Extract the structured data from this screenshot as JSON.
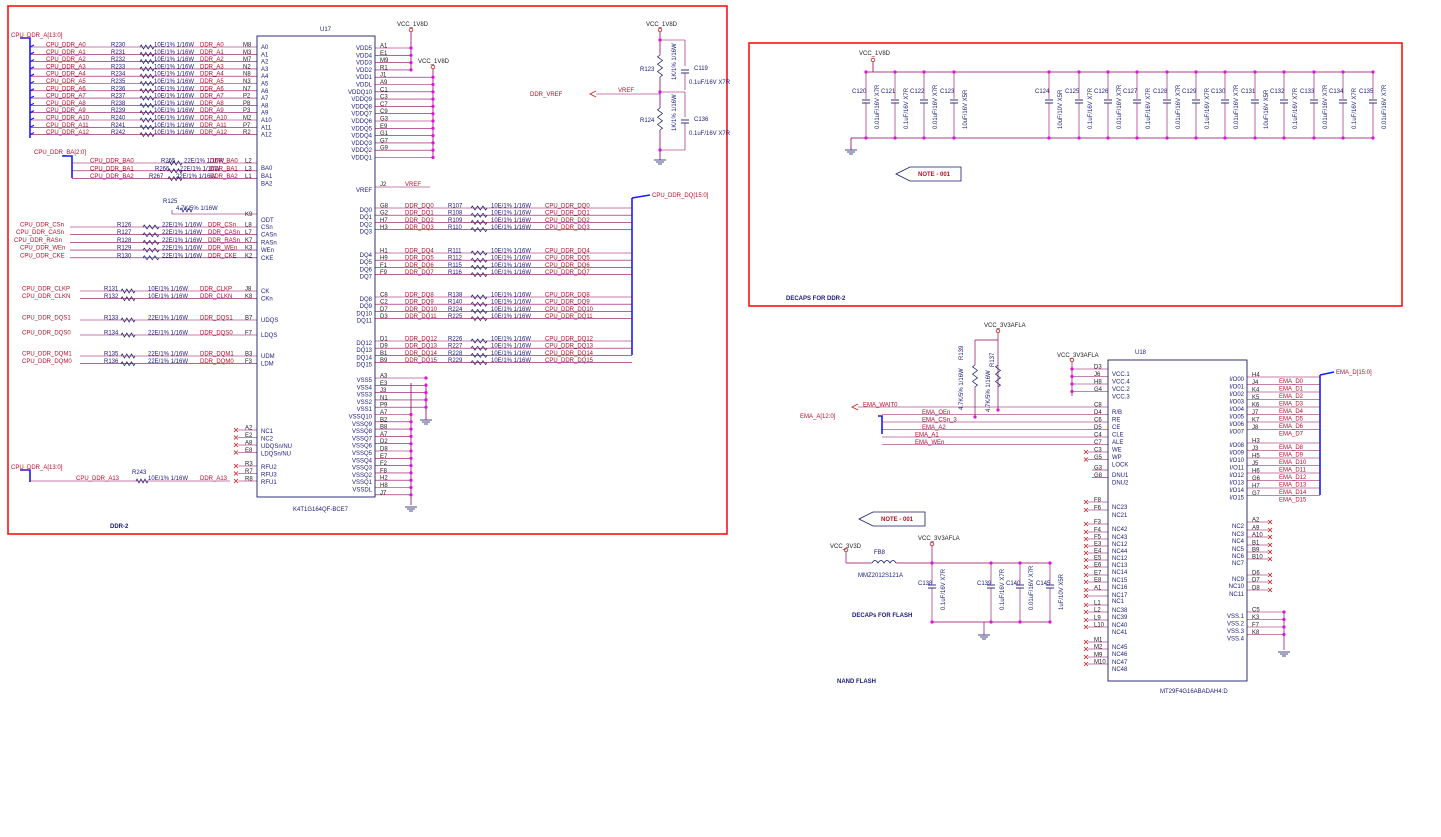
{
  "colors": {
    "frame": "#ff1111",
    "net_label": "#d01818",
    "wire": "#900060",
    "bus": "#1a1aff",
    "junction": "#e010e0",
    "component": "#1a1a6a",
    "title_text": "#1111cc"
  },
  "ddr": {
    "frame_title": "DDR-2",
    "chip_ref": "U17",
    "part_number": "K4T1G164QF-BCE7",
    "power_main": "VCC_1V8D",
    "power_q": "VCC_1V8D",
    "bus_addr_top": "CPU_DDR_A[13:0]",
    "bus_addr_bottom": "CPU_DDR_A[13:0]",
    "bus_ba": "CPU_DDR_BA[2:0]",
    "bus_dq": "CPU_DDR_DQ[15:0]",
    "r_val_addr": "10E/1% 1/16W",
    "r_val_ctrl": "22E/1% 1/16W",
    "r_val_vref": "4.7K/5% 1/16W",
    "vref_net": "VREF",
    "ddr_vref_net": "DDR_VREF",
    "r125": "R125",
    "addr_rows": [
      {
        "cpu": "CPU_DDR_A0",
        "r": "R230",
        "ddr": "DDR_A0",
        "ball": "M8",
        "pin": "A0"
      },
      {
        "cpu": "CPU_DDR_A1",
        "r": "R231",
        "ddr": "DDR_A1",
        "ball": "M3",
        "pin": "A1"
      },
      {
        "cpu": "CPU_DDR_A2",
        "r": "R232",
        "ddr": "DDR_A2",
        "ball": "M7",
        "pin": "A2"
      },
      {
        "cpu": "CPU_DDR_A3",
        "r": "R233",
        "ddr": "DDR_A3",
        "ball": "N2",
        "pin": "A3"
      },
      {
        "cpu": "CPU_DDR_A4",
        "r": "R234",
        "ddr": "DDR_A4",
        "ball": "N8",
        "pin": "A4"
      },
      {
        "cpu": "CPU_DDR_A5",
        "r": "R235",
        "ddr": "DDR_A5",
        "ball": "N3",
        "pin": "A5"
      },
      {
        "cpu": "CPU_DDR_A6",
        "r": "R236",
        "ddr": "DDR_A6",
        "ball": "N7",
        "pin": "A6"
      },
      {
        "cpu": "CPU_DDR_A7",
        "r": "R237",
        "ddr": "DDR_A7",
        "ball": "P2",
        "pin": "A7"
      },
      {
        "cpu": "CPU_DDR_A8",
        "r": "R238",
        "ddr": "DDR_A8",
        "ball": "P8",
        "pin": "A8"
      },
      {
        "cpu": "CPU_DDR_A9",
        "r": "R239",
        "ddr": "DDR_A9",
        "ball": "P3",
        "pin": "A9"
      },
      {
        "cpu": "CPU_DDR_A10",
        "r": "R240",
        "ddr": "DDR_A10",
        "ball": "M2",
        "pin": "A10"
      },
      {
        "cpu": "CPU_DDR_A11",
        "r": "R241",
        "ddr": "DDR_A11",
        "ball": "P7",
        "pin": "A11"
      },
      {
        "cpu": "CPU_DDR_A12",
        "r": "R242",
        "ddr": "DDR_A12",
        "ball": "R2",
        "pin": "A12"
      }
    ],
    "ba_rows": [
      {
        "cpu": "CPU_DDR_BA0",
        "r": "R265",
        "ddr": "DDR_BA0",
        "ball": "L2",
        "pin": "BA0"
      },
      {
        "cpu": "CPU_DDR_BA1",
        "r": "R266",
        "ddr": "DDR_BA1",
        "ball": "L3",
        "pin": "BA1"
      },
      {
        "cpu": "CPU_DDR_BA2",
        "r": "R267",
        "ddr": "DDR_BA2",
        "ball": "L1",
        "pin": "BA2"
      }
    ],
    "ctrl_rows": [
      {
        "cpu": "CPU_DDR_CSn",
        "r": "R126",
        "ddr": "DDR_CSn",
        "ball": "L8",
        "pin": "CSn"
      },
      {
        "cpu": "CPU_DDR_CASn",
        "r": "R127",
        "ddr": "DDR_CASn",
        "ball": "L7",
        "pin": "CASn"
      },
      {
        "cpu": "CPU_DDR_RASn",
        "r": "R128",
        "ddr": "DDR_RASn",
        "ball": "K7",
        "pin": "RASn"
      },
      {
        "cpu": "CPU_DDR_WEn",
        "r": "R129",
        "ddr": "DDR_WEn",
        "ball": "K3",
        "pin": "WEn"
      },
      {
        "cpu": "CPU_DDR_CKE",
        "r": "R130",
        "ddr": "DDR_CKE",
        "ball": "K2",
        "pin": "CKE"
      }
    ],
    "clk_rows": [
      {
        "cpu": "CPU_DDR_CLKP",
        "r": "R131",
        "ddr": "DDR_CLKP",
        "ball": "J8",
        "pin": "CK"
      },
      {
        "cpu": "CPU_DDR_CLKN",
        "r": "R132",
        "ddr": "DDR_CLKN",
        "ball": "K8",
        "pin": "CKn"
      }
    ],
    "dqs_rows": [
      {
        "cpu": "CPU_DDR_DQS1",
        "r": "R133",
        "ddr": "DDR_DQS1",
        "ball": "B7",
        "pin": "UDQS"
      },
      {
        "cpu": "CPU_DDR_DQS0",
        "r": "R134",
        "ddr": "DDR_DQS0",
        "ball": "F7",
        "pin": "LDQS"
      }
    ],
    "dqm_rows": [
      {
        "cpu": "CPU_DDR_DQM1",
        "r": "R135",
        "ddr": "DDR_DQM1",
        "ball": "B3",
        "pin": "UDM"
      },
      {
        "cpu": "CPU_DDR_DQM0",
        "r": "R136",
        "ddr": "DDR_DQM0",
        "ball": "F3",
        "pin": "LDM"
      }
    ],
    "odt": {
      "pin": "ODT",
      "ball": "K9"
    },
    "vref_pin": {
      "pin": "VREF",
      "ball": "J2"
    },
    "nc_rows": [
      {
        "pin": "NC1",
        "ball": "A2"
      },
      {
        "pin": "NC2",
        "ball": "E2"
      },
      {
        "pin": "UDQSn/NU",
        "ball": "A8"
      },
      {
        "pin": "LDQSn/NU",
        "ball": "E8"
      }
    ],
    "rfu_rows": [
      {
        "pin": "RFU2",
        "ball": "R3"
      },
      {
        "pin": "RFU3",
        "ball": "R7"
      },
      {
        "pin": "RFU1",
        "ball": "R8"
      }
    ],
    "a13_row": {
      "cpu": "CPU_DDR_A13",
      "r": "R243",
      "ddr": "DDR_A13"
    },
    "power_pins": [
      {
        "pin": "VDD5",
        "ball": "A1"
      },
      {
        "pin": "VDD4",
        "ball": "E1"
      },
      {
        "pin": "VDD3",
        "ball": "M9"
      },
      {
        "pin": "VDD2",
        "ball": "R1"
      },
      {
        "pin": "VDD1",
        "ball": "J1"
      },
      {
        "pin": "VDDL",
        "ball": "A9"
      },
      {
        "pin": "VDDQ10",
        "ball": "C1"
      },
      {
        "pin": "VDDQ9",
        "ball": "C3"
      },
      {
        "pin": "VDDQ8",
        "ball": "C7"
      },
      {
        "pin": "VDDQ7",
        "ball": "C9"
      },
      {
        "pin": "VDDQ6",
        "ball": "G3"
      },
      {
        "pin": "VDDQ5",
        "ball": "E9"
      },
      {
        "pin": "VDDQ4",
        "ball": "G1"
      },
      {
        "pin": "VDDQ3",
        "ball": "G7"
      },
      {
        "pin": "VDDQ2",
        "ball": "G9"
      },
      {
        "pin": "VDDQ1",
        "ball": ""
      }
    ],
    "dq_groups": [
      [
        {
          "ball": "G8",
          "pin": "DQ0",
          "ddr": "DDR_DQ0",
          "r": "R107",
          "cpu": "CPU_DDR_DQ0"
        },
        {
          "ball": "G2",
          "pin": "DQ1",
          "ddr": "DDR_DQ1",
          "r": "R108",
          "cpu": "CPU_DDR_DQ1"
        },
        {
          "ball": "H7",
          "pin": "DQ2",
          "ddr": "DDR_DQ2",
          "r": "R109",
          "cpu": "CPU_DDR_DQ2"
        },
        {
          "ball": "H3",
          "pin": "DQ3",
          "ddr": "DDR_DQ3",
          "r": "R110",
          "cpu": "CPU_DDR_DQ3"
        }
      ],
      [
        {
          "ball": "H1",
          "pin": "DQ4",
          "ddr": "DDR_DQ4",
          "r": "R111",
          "cpu": "CPU_DDR_DQ4"
        },
        {
          "ball": "H9",
          "pin": "DQ5",
          "ddr": "DDR_DQ5",
          "r": "R112",
          "cpu": "CPU_DDR_DQ5"
        },
        {
          "ball": "F1",
          "pin": "DQ6",
          "ddr": "DDR_DQ6",
          "r": "R115",
          "cpu": "CPU_DDR_DQ6"
        },
        {
          "ball": "F9",
          "pin": "DQ7",
          "ddr": "DDR_DQ7",
          "r": "R116",
          "cpu": "CPU_DDR_DQ7"
        }
      ],
      [
        {
          "ball": "C8",
          "pin": "DQ8",
          "ddr": "DDR_DQ8",
          "r": "R138",
          "cpu": "CPU_DDR_DQ8"
        },
        {
          "ball": "C2",
          "pin": "DQ9",
          "ddr": "DDR_DQ9",
          "r": "R140",
          "cpu": "CPU_DDR_DQ9"
        },
        {
          "ball": "D7",
          "pin": "DQ10",
          "ddr": "DDR_DQ10",
          "r": "R224",
          "cpu": "CPU_DDR_DQ10"
        },
        {
          "ball": "D3",
          "pin": "DQ11",
          "ddr": "DDR_DQ11",
          "r": "R225",
          "cpu": "CPU_DDR_DQ11"
        }
      ],
      [
        {
          "ball": "D1",
          "pin": "DQ12",
          "ddr": "DDR_DQ12",
          "r": "R226",
          "cpu": "CPU_DDR_DQ12"
        },
        {
          "ball": "D9",
          "pin": "DQ13",
          "ddr": "DDR_DQ13",
          "r": "R227",
          "cpu": "CPU_DDR_DQ13"
        },
        {
          "ball": "B1",
          "pin": "DQ14",
          "ddr": "DDR_DQ14",
          "r": "R228",
          "cpu": "CPU_DDR_DQ14"
        },
        {
          "ball": "B9",
          "pin": "DQ15",
          "ddr": "DDR_DQ15",
          "r": "R229",
          "cpu": "CPU_DDR_DQ15"
        }
      ]
    ],
    "vss_pins": [
      {
        "pin": "VSS5",
        "ball": "A3"
      },
      {
        "pin": "VSS4",
        "ball": "E3"
      },
      {
        "pin": "VSS3",
        "ball": "J3"
      },
      {
        "pin": "VSS2",
        "ball": "N1"
      },
      {
        "pin": "VSS1",
        "ball": "P9"
      },
      {
        "pin": "VSSQ10",
        "ball": "A7"
      },
      {
        "pin": "VSSQ9",
        "ball": "B2"
      },
      {
        "pin": "VSSQ8",
        "ball": "B8"
      },
      {
        "pin": "VSSQ7",
        "ball": "A7"
      },
      {
        "pin": "VSSQ6",
        "ball": "D2"
      },
      {
        "pin": "VSSQ5",
        "ball": "D8"
      },
      {
        "pin": "VSSQ4",
        "ball": "E7"
      },
      {
        "pin": "VSSQ3",
        "ball": "F2"
      },
      {
        "pin": "VSSQ2",
        "ball": "F8"
      },
      {
        "pin": "VSSQ1",
        "ball": "H2"
      },
      {
        "pin": "VSSDL",
        "ball": "H8"
      },
      {
        "pin": "",
        "ball": "J7"
      }
    ],
    "vref_divider": {
      "power": "VCC_1V8D",
      "r_top_ref": "R123",
      "r_top_val": "1K/1% 1/16W",
      "r_bot_ref": "R124",
      "r_bot_val": "1K/1% 1/16W",
      "c_top_ref": "C119",
      "c_top_val": "0.1uF/16V X7R",
      "c_bot_ref": "C136",
      "c_bot_val": "0.1uF/16V X7R"
    }
  },
  "decaps": {
    "title": "DECAPS FOR DDR-2",
    "power": "VCC_1V8D",
    "note": "NOTE - 001",
    "caps": [
      {
        "ref": "C120",
        "val": "0.01uF/16V X7R"
      },
      {
        "ref": "C121",
        "val": "0.1uF/16V X7R"
      },
      {
        "ref": "C122",
        "val": "0.01uF/16V X7R"
      },
      {
        "ref": "C123",
        "val": "10uF/16V X5R"
      },
      {
        "ref": "C124",
        "val": "10uF/10V X5R"
      },
      {
        "ref": "C125",
        "val": "0.1uF/16V X7R"
      },
      {
        "ref": "C126",
        "val": "0.01uF/16V X7R"
      },
      {
        "ref": "C127",
        "val": "0.1uF/16V X7R"
      },
      {
        "ref": "C128",
        "val": "0.01uF/16V X7R"
      },
      {
        "ref": "C129",
        "val": "0.1uF/16V X7R"
      },
      {
        "ref": "C130",
        "val": "0.01uF/16V X7R"
      },
      {
        "ref": "C131",
        "val": "10uF/16V X5R"
      },
      {
        "ref": "C132",
        "val": "0.1uF/16V X7R"
      },
      {
        "ref": "C133",
        "val": "0.01uF/16V X7R"
      },
      {
        "ref": "C134",
        "val": "0.1uF/16V X7R"
      },
      {
        "ref": "C135",
        "val": "0.01uF/16V X7R"
      }
    ]
  },
  "nand": {
    "title": "NAND FLASH",
    "chip_ref": "U18",
    "part_number": "MT29F4G16ABADAH4:D",
    "power_top": "VCC_3V3AFLA",
    "power_vcc": "VCC_3V3AFLA",
    "bus_addr": "EMA_A[12:0]",
    "bus_data": "EMA_D[15:0]",
    "note": "NOTE - 001",
    "pullups": [
      {
        "ref": "R139",
        "val": "4.7K/5% 1/16W"
      },
      {
        "ref": "R137",
        "val": "4.7K/5% 1/16W"
      }
    ],
    "vcc_pins": [
      {
        "ball": "D3",
        "pin": "VCC.1"
      },
      {
        "ball": "J6",
        "pin": "VCC.4"
      },
      {
        "ball": "H8",
        "pin": "VCC.2"
      },
      {
        "ball": "G4",
        "pin": "VCC.3"
      }
    ],
    "ctrl_pins": [
      {
        "ball": "C8",
        "pin": "R/B",
        "net": "EMA_WAIT0"
      },
      {
        "ball": "D4",
        "pin": "RE",
        "net": "EMA_OEn"
      },
      {
        "ball": "C6",
        "pin": "CE",
        "net": "EMA_CSn_3"
      },
      {
        "ball": "D5",
        "pin": "CLE",
        "net": "EMA_A2"
      },
      {
        "ball": "C4",
        "pin": "ALE",
        "net": "EMA_A1"
      },
      {
        "ball": "C7",
        "pin": "WE",
        "net": "EMA_WEn"
      },
      {
        "ball": "C3",
        "pin": "WP",
        "net": ""
      },
      {
        "ball": "G5",
        "pin": "LOCK",
        "net": ""
      }
    ],
    "dnu_pins": [
      {
        "ball": "G3",
        "pin": "DNU1"
      },
      {
        "ball": "G8",
        "pin": "DNU2"
      }
    ],
    "nc_left": [
      {
        "ball": "F8",
        "pin": "NC23"
      },
      {
        "ball": "F6",
        "pin": "NC21"
      },
      {
        "ball": "F3",
        "pin": "NC42"
      },
      {
        "ball": "F4",
        "pin": "NC43"
      },
      {
        "ball": "F5",
        "pin": "NC12"
      },
      {
        "ball": "E3",
        "pin": "NC44"
      },
      {
        "ball": "E4",
        "pin": "NC12"
      },
      {
        "ball": "E5",
        "pin": "NC13"
      },
      {
        "ball": "E6",
        "pin": "NC14"
      },
      {
        "ball": "E7",
        "pin": "NC15"
      },
      {
        "ball": "E8",
        "pin": "NC16"
      },
      {
        "ball": "A1",
        "pin": "NC17"
      },
      {
        "ball": "",
        "pin": "NC1"
      },
      {
        "ball": "L1",
        "pin": "NC38"
      },
      {
        "ball": "L2",
        "pin": "NC39"
      },
      {
        "ball": "L9",
        "pin": "NC40"
      },
      {
        "ball": "L10",
        "pin": "NC41"
      },
      {
        "ball": "M1",
        "pin": "NC45"
      },
      {
        "ball": "M2",
        "pin": "NC46"
      },
      {
        "ball": "M9",
        "pin": "NC47"
      },
      {
        "ball": "M10",
        "pin": "NC48"
      }
    ],
    "io_pins": [
      {
        "pin": "I/O00",
        "ball": "H4",
        "net": "EMA_D0"
      },
      {
        "pin": "I/O01",
        "ball": "J4",
        "net": "EMA_D1"
      },
      {
        "pin": "I/O02",
        "ball": "K4",
        "net": "EMA_D2"
      },
      {
        "pin": "I/O03",
        "ball": "K5",
        "net": "EMA_D3"
      },
      {
        "pin": "I/O04",
        "ball": "K6",
        "net": "EMA_D4"
      },
      {
        "pin": "I/O05",
        "ball": "J7",
        "net": "EMA_D5"
      },
      {
        "pin": "I/O06",
        "ball": "K7",
        "net": "EMA_D6"
      },
      {
        "pin": "I/O07",
        "ball": "J8",
        "net": "EMA_D7"
      },
      {
        "pin": "I/O08",
        "ball": "H3",
        "net": "EMA_D8"
      },
      {
        "pin": "I/O09",
        "ball": "J3",
        "net": "EMA_D9"
      },
      {
        "pin": "I/O10",
        "ball": "H5",
        "net": "EMA_D10"
      },
      {
        "pin": "I/O11",
        "ball": "J5",
        "net": "EMA_D11"
      },
      {
        "pin": "I/O12",
        "ball": "H6",
        "net": "EMA_D12"
      },
      {
        "pin": "I/O13",
        "ball": "G6",
        "net": "EMA_D13"
      },
      {
        "pin": "I/O14",
        "ball": "H7",
        "net": "EMA_D14"
      },
      {
        "pin": "I/O15",
        "ball": "G7",
        "net": "EMA_D15"
      }
    ],
    "nc_right": [
      {
        "pin": "NC2",
        "ball": "A2"
      },
      {
        "pin": "NC3",
        "ball": "A9"
      },
      {
        "pin": "NC4",
        "ball": "A10"
      },
      {
        "pin": "NC5",
        "ball": "B1"
      },
      {
        "pin": "NC6",
        "ball": "B9"
      },
      {
        "pin": "NC7",
        "ball": "B10"
      },
      {
        "pin": "NC9",
        "ball": "D6"
      },
      {
        "pin": "NC10",
        "ball": "D7"
      },
      {
        "pin": "NC11",
        "ball": "D8"
      }
    ],
    "vss_pins": [
      {
        "pin": "VSS.1",
        "ball": "C5"
      },
      {
        "pin": "VSS.2",
        "ball": "K3"
      },
      {
        "pin": "VSS.3",
        "ball": "F7"
      },
      {
        "pin": "VSS.4",
        "ball": "K8"
      }
    ]
  },
  "flash_decaps": {
    "title": "DECAPs FOR FLASH",
    "power_in": "VCC_3V3D",
    "power_out": "VCC_3V3AFLA",
    "ferrite_ref": "FB8",
    "ferrite_part": "MMZ2012S121A",
    "caps": [
      {
        "ref": "C138",
        "val": "0.1uF/16V X7R"
      },
      {
        "ref": "C139",
        "val": "0.1uF/16V X7R"
      },
      {
        "ref": "C140",
        "val": "0.01uF/16V X7R"
      },
      {
        "ref": "C145",
        "val": "1uF/10V X5R"
      }
    ]
  }
}
